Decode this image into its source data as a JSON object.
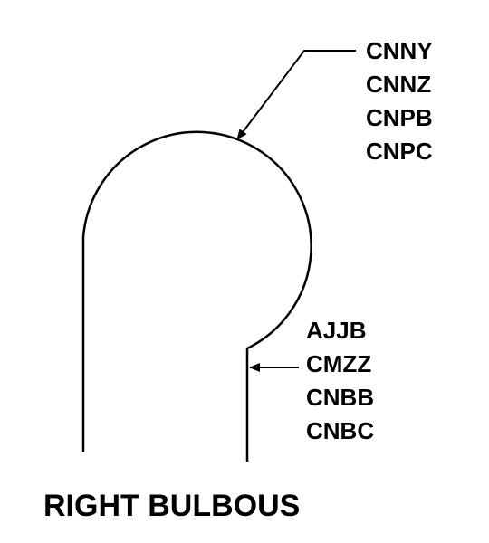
{
  "diagram": {
    "title": "RIGHT BULBOUS",
    "callout_top": {
      "codes": [
        "CNNY",
        "CNNZ",
        "CNPB",
        "CNPC"
      ]
    },
    "callout_bottom": {
      "codes": [
        "AJJB",
        "CMZZ",
        "CNBB",
        "CNBC"
      ]
    }
  },
  "colors": {
    "ink": "#000000",
    "background": "#ffffff"
  }
}
